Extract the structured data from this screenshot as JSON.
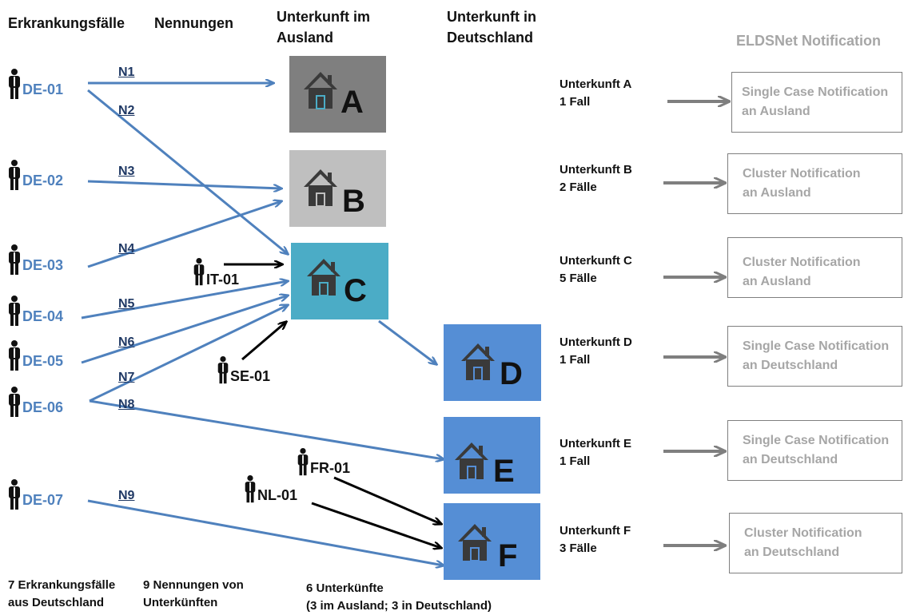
{
  "headers": {
    "cases": "Erkrankungsfälle",
    "mentions": "Nennungen",
    "abroad_line1": "Unterkunft im",
    "abroad_line2": "Ausland",
    "germany_line1": "Unterkunft in",
    "germany_line2": "Deutschland",
    "eldsnet": "ELDSNet Notification"
  },
  "cases": [
    "DE-01",
    "DE-02",
    "DE-03",
    "DE-04",
    "DE-05",
    "DE-06",
    "DE-07"
  ],
  "foreign_cases": [
    "IT-01",
    "SE-01",
    "FR-01",
    "NL-01"
  ],
  "mentions": [
    "N1",
    "N2",
    "N3",
    "N4",
    "N5",
    "N6",
    "N7",
    "N8",
    "N9"
  ],
  "accommodations": [
    {
      "letter": "A",
      "color": "#7f7f7f"
    },
    {
      "letter": "B",
      "color": "#bfbfbf"
    },
    {
      "letter": "C",
      "color": "#4bacc6"
    },
    {
      "letter": "D",
      "color": "#558ed5"
    },
    {
      "letter": "E",
      "color": "#558ed5"
    },
    {
      "letter": "F",
      "color": "#558ed5"
    }
  ],
  "summaries": [
    {
      "line1": "Unterkunft A",
      "line2": "1 Fall"
    },
    {
      "line1": "Unterkunft B",
      "line2": "2 Fälle"
    },
    {
      "line1": "Unterkunft C",
      "line2": "5 Fälle"
    },
    {
      "line1": "Unterkunft D",
      "line2": "1 Fall"
    },
    {
      "line1": "Unterkunft E",
      "line2": "1 Fall"
    },
    {
      "line1": "Unterkunft F",
      "line2": "3 Fälle"
    }
  ],
  "notifications": [
    {
      "line1": "Single Case Notification",
      "line2": "an Ausland"
    },
    {
      "line1": "Cluster Notification",
      "line2": "an Ausland"
    },
    {
      "line1": "Cluster Notification",
      "line2": "an Ausland"
    },
    {
      "line1": "Single Case Notification",
      "line2": "an Deutschland"
    },
    {
      "line1": "Single Case Notification",
      "line2": "an Deutschland"
    },
    {
      "line1": "Cluster Notification",
      "line2": "an Deutschland"
    }
  ],
  "footer": {
    "cases_line1": "7 Erkrankungsfälle",
    "cases_line2": "aus Deutschland",
    "mentions_line1": "9 Nennungen von",
    "mentions_line2": "Unterkünften",
    "acc_line1": "6 Unterkünfte",
    "acc_line2": "(3 im Ausland;  3 in Deutschland)"
  },
  "colors": {
    "case_blue": "#4f81bd",
    "arrow_blue": "#4f81bd",
    "arrow_black": "#000000",
    "arrow_grey": "#7f7f7f",
    "house_dark": "#3a3a3a"
  },
  "icons": {
    "person": "person-icon",
    "house": "house-icon",
    "arrow": "arrow-right-icon"
  }
}
